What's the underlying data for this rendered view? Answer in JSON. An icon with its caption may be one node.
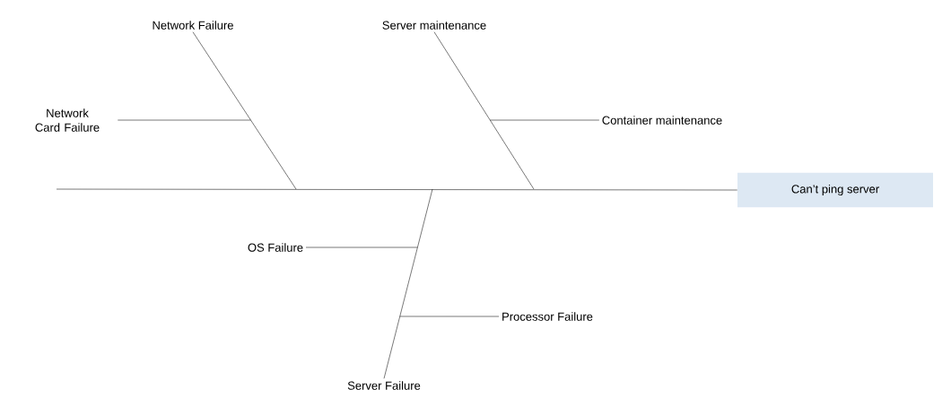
{
  "diagram": {
    "nodes": [
      {
        "text": [
          "Can’t ping server"
        ]
      },
      {
        "text": [
          "Network Failure"
        ]
      },
      {
        "text": [
          "Network Card Failure"
        ]
      },
      {
        "text": [
          "Server maintenance"
        ]
      },
      {
        "text": [
          "Container maintenance"
        ]
      },
      {
        "text": [
          "OS Failure"
        ]
      },
      {
        "text": [
          "Processor Failure"
        ]
      },
      {
        "text": [
          "Server Failure"
        ]
      }
    ],
    "edges": [
      {
        "from": null,
        "to": 0,
        "arrow": "none"
      },
      {
        "from": 1,
        "to": null,
        "arrow": "none"
      },
      {
        "from": 2,
        "to": null,
        "arrow": "none"
      },
      {
        "from": 3,
        "to": null,
        "arrow": "none"
      },
      {
        "from": 4,
        "to": null,
        "arrow": "none"
      },
      {
        "from": 7,
        "to": null,
        "arrow": "none"
      },
      {
        "from": 5,
        "to": null,
        "arrow": "none"
      },
      {
        "from": 6,
        "to": null,
        "arrow": "none"
      }
    ]
  }
}
